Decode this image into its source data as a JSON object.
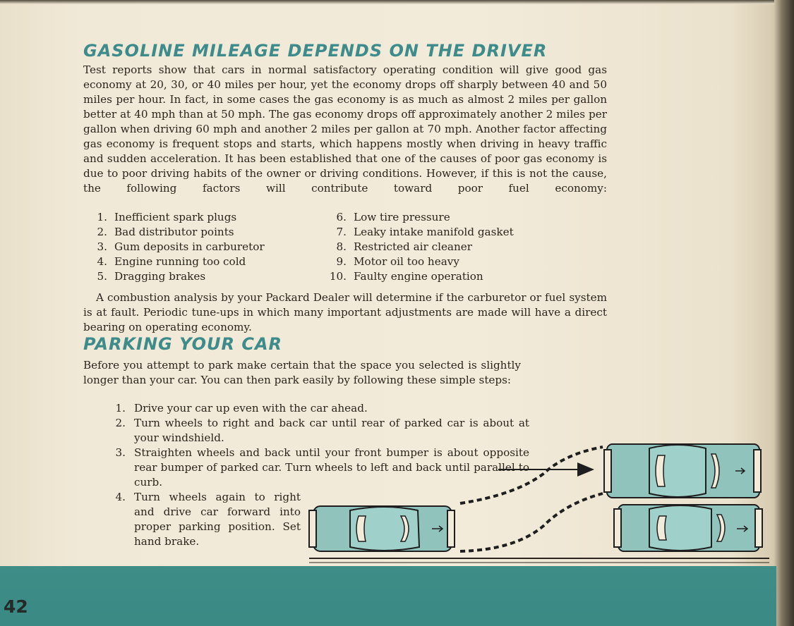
{
  "heading_mileage": "GASOLINE MILEAGE DEPENDS ON THE DRIVER",
  "mileage_intro": "Test reports show that cars in normal satisfactory operating condition will give good gas economy at 20, 30, or 40 miles per hour, yet the economy drops off sharply between 40 and 50 miles per hour. In fact, in some cases the gas economy is as much as almost 2 miles per gallon better at 40 mph than at 50 mph. The gas economy drops off approximately another 2 miles per gallon when driving 60 mph and another 2 miles per gallon at 70 mph. Another factor affecting gas economy is frequent stops and starts, which happens mostly when driving in heavy traffic and sudden acceleration. It has been established that one of the causes of poor gas economy is due to poor driving habits of the owner or driving conditions. However, if this is not the cause, the following factors will contribute toward poor fuel economy:",
  "factors_left": [
    {
      "num": "1.",
      "text": "Inefficient spark plugs"
    },
    {
      "num": "2.",
      "text": "Bad distributor points"
    },
    {
      "num": "3.",
      "text": "Gum deposits in carburetor"
    },
    {
      "num": "4.",
      "text": "Engine running too cold"
    },
    {
      "num": "5.",
      "text": "Dragging brakes"
    }
  ],
  "factors_right": [
    {
      "num": "6.",
      "text": "Low tire pressure"
    },
    {
      "num": "7.",
      "text": "Leaky intake manifold gasket"
    },
    {
      "num": "8.",
      "text": "Restricted air cleaner"
    },
    {
      "num": "9.",
      "text": "Motor oil too heavy"
    },
    {
      "num": "10.",
      "text": "Faulty engine operation"
    }
  ],
  "mileage_closing": "A combustion analysis by your Packard Dealer will determine if the carburetor or fuel system is at fault. Periodic tune-ups in which many important adjustments are made will have a direct bearing on operating economy.",
  "heading_parking": "PARKING YOUR CAR",
  "parking_intro": "Before you attempt to park make certain that the space you selected is slightly longer than your car. You can then park easily by following these simple steps:",
  "steps": [
    {
      "num": "1.",
      "text": "Drive your car up even with the car ahead."
    },
    {
      "num": "2.",
      "text": "Turn wheels to right and back car until rear of parked car is about at your windshield."
    },
    {
      "num": "3.",
      "text": "Straighten wheels and back until your front bumper is about opposite rear bumper of parked car. Turn wheels to left and back until parallel to curb."
    },
    {
      "num": "4.",
      "text": "Turn wheels again to right and drive car forward into proper parking position. Set hand brake."
    }
  ],
  "page_number": "42",
  "colors": {
    "accent": "#3d8c8b",
    "car_body": "#8fc3bc",
    "footer": "#3e8d87",
    "paper": "#efe7d3"
  }
}
